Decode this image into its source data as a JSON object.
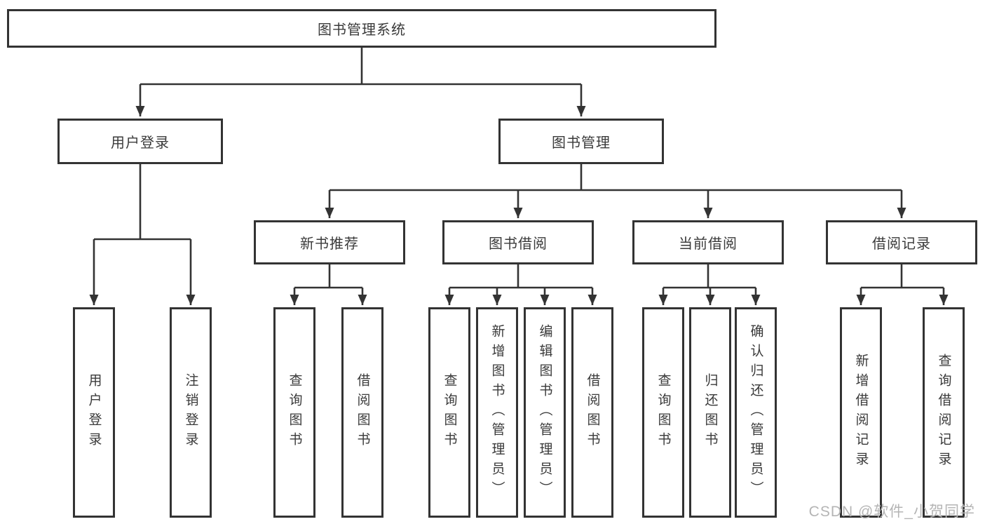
{
  "diagram": {
    "root": {
      "label": "图书管理系统"
    },
    "branches": [
      {
        "label": "用户登录",
        "leaves": [
          "用户登录",
          "注销登录"
        ]
      },
      {
        "label": "图书管理",
        "groups": [
          {
            "label": "新书推荐",
            "leaves": [
              "查询图书",
              "借阅图书"
            ]
          },
          {
            "label": "图书借阅",
            "leaves": [
              "查询图书",
              "新增图书（管理员）",
              "编辑图书（管理员）",
              "借阅图书"
            ]
          },
          {
            "label": "当前借阅",
            "leaves": [
              "查询图书",
              "归还图书",
              "确认归还（管理员）"
            ]
          },
          {
            "label": "借阅记录",
            "leaves": [
              "新增借阅记录",
              "查询借阅记录"
            ]
          }
        ]
      }
    ]
  },
  "watermark": {
    "text": "CSDN @软件_小贺同学"
  },
  "colors": {
    "line": "#333333",
    "box_border": "#333333",
    "text": "#3a3a3a",
    "watermark": "#b5b5b5",
    "background": "#ffffff"
  }
}
